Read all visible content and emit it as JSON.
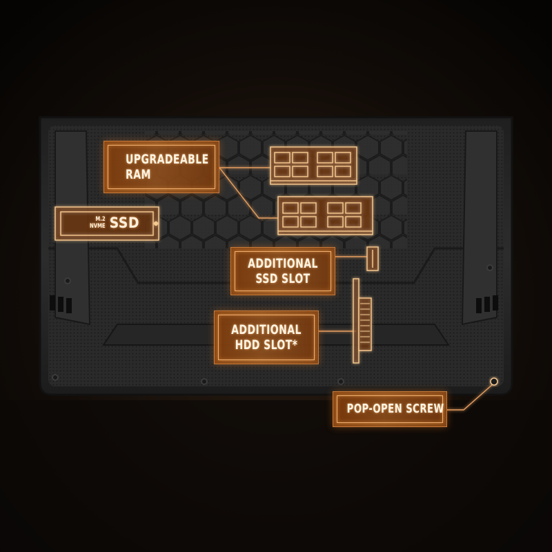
{
  "callouts": {
    "ram": {
      "line1": "UPGRADEABLE",
      "line2": "RAM"
    },
    "ssd_slot": {
      "line1": "ADDITIONAL",
      "line2": "SSD SLOT"
    },
    "hdd_slot": {
      "line1": "ADDITIONAL",
      "line2": "HDD SLOT*"
    },
    "screw": {
      "line1": "POP-OPEN SCREW"
    }
  },
  "ssd_module": {
    "line_top": "M.2",
    "line_bottom": "NVME",
    "label": "SSD"
  },
  "colors": {
    "background": "#0a0806",
    "chassis": "#2b2b2b",
    "accent_glow": "#f5b060",
    "callout_fill": "#8a4a16",
    "text": "#fff4e2"
  }
}
